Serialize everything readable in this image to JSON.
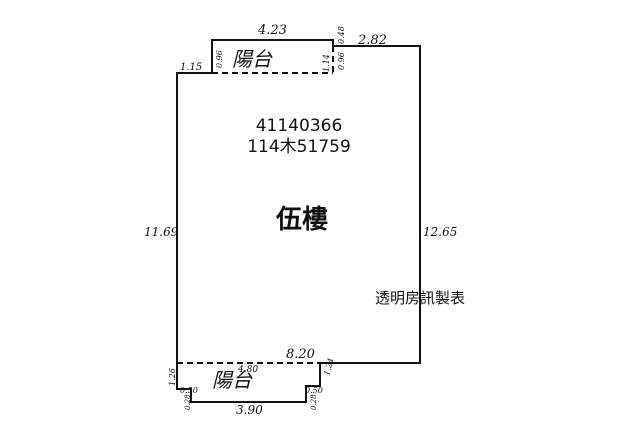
{
  "plan": {
    "ids": {
      "parcel": "41140366",
      "case_no": "114木51759"
    },
    "floor_label": "伍樓",
    "brand": "透明房訊製表",
    "balcony_label": "陽台",
    "dims": {
      "top_balcony_width": "4.23",
      "top_right": "2.82",
      "top_left_step": "1.15",
      "top_balcony_left_side": "0.96",
      "top_balcony_right_side": "1.14",
      "top_right_step_a": "0.48",
      "top_right_step_b": "0.96",
      "left_side": "11.69",
      "right_side": "12.65",
      "bottom_main": "8.20",
      "bottom_balcony_inner": "4.80",
      "bottom_left_side": "1.26",
      "bottom_right_side": "1.24",
      "bottom_left_step": "0.50",
      "bottom_right_step": "0.50",
      "bottom_width": "3.90",
      "bottom_left_small": "0.28",
      "bottom_right_small": "0.28"
    }
  }
}
